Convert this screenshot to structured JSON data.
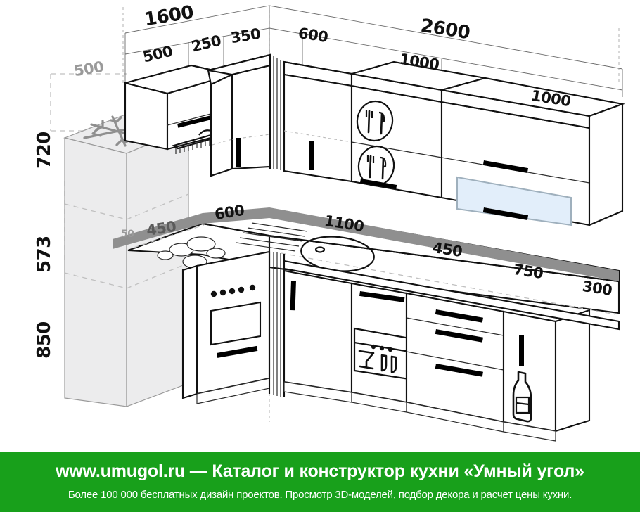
{
  "drawing": {
    "title": "kitchen-corner-layout-isometric",
    "colors": {
      "outline": "#111111",
      "thin_line": "#333333",
      "worktop_edge": "#8f8f8f",
      "fridge_fill": "#eceded",
      "fridge_icon": "#8a8a8a",
      "glass_panel": "#e2eefa",
      "glass_panel_border": "#9fb0bd",
      "dashed_guide": "#bdbdbd",
      "handle": "#000000",
      "banner_green": "#18a01b",
      "banner_text": "#ffffff",
      "grey_label": "#9a9a9a"
    },
    "top_dimensions": [
      {
        "id": "top-1600",
        "value": "1600"
      },
      {
        "id": "top-2600",
        "value": "2600"
      }
    ],
    "upper_unit_widths": [
      {
        "id": "upper-500",
        "value": "500"
      },
      {
        "id": "upper-250",
        "value": "250"
      },
      {
        "id": "upper-350",
        "value": "350"
      },
      {
        "id": "upper-600",
        "value": "600"
      },
      {
        "id": "upper-1000-a",
        "value": "1000"
      },
      {
        "id": "upper-1000-b",
        "value": "1000"
      }
    ],
    "left_heights": [
      {
        "id": "height-720",
        "value": "720"
      },
      {
        "id": "height-573",
        "value": "573"
      },
      {
        "id": "height-850",
        "value": "850"
      }
    ],
    "depth_label": {
      "id": "depth-500",
      "value": "500"
    },
    "worktop_dimensions": [
      {
        "id": "work-450-left",
        "value": "450"
      },
      {
        "id": "work-50-partial",
        "value": "50"
      },
      {
        "id": "work-600",
        "value": "600"
      },
      {
        "id": "work-1100",
        "value": "1100"
      },
      {
        "id": "work-450",
        "value": "450"
      },
      {
        "id": "work-750",
        "value": "750"
      },
      {
        "id": "work-300",
        "value": "300"
      }
    ],
    "appliance_icons": [
      {
        "id": "freezer-snowflake-icon",
        "label": "snowflake-icon"
      },
      {
        "id": "extractor-hood-icon",
        "label": "hood-icon"
      },
      {
        "id": "cutlery-upper-icon-1",
        "label": "cutlery-icon"
      },
      {
        "id": "cutlery-upper-icon-2",
        "label": "cutlery-icon"
      },
      {
        "id": "dishwasher-icon",
        "label": "dishwasher-icon"
      },
      {
        "id": "wine-bottle-icon",
        "label": "bottle-icon"
      },
      {
        "id": "stove-oven-icon",
        "label": "oven-icon"
      },
      {
        "id": "sink-icon",
        "label": "sink-icon"
      },
      {
        "id": "glass-door-panel",
        "label": "glass-panel"
      }
    ]
  },
  "banner": {
    "line1": "www.umugol.ru — Каталог и конструктор кухни «Умный угол»",
    "line2": "Более 100 000 бесплатных дизайн проектов. Просмотр 3D-моделей, подбор декора и расчет цены кухни."
  }
}
